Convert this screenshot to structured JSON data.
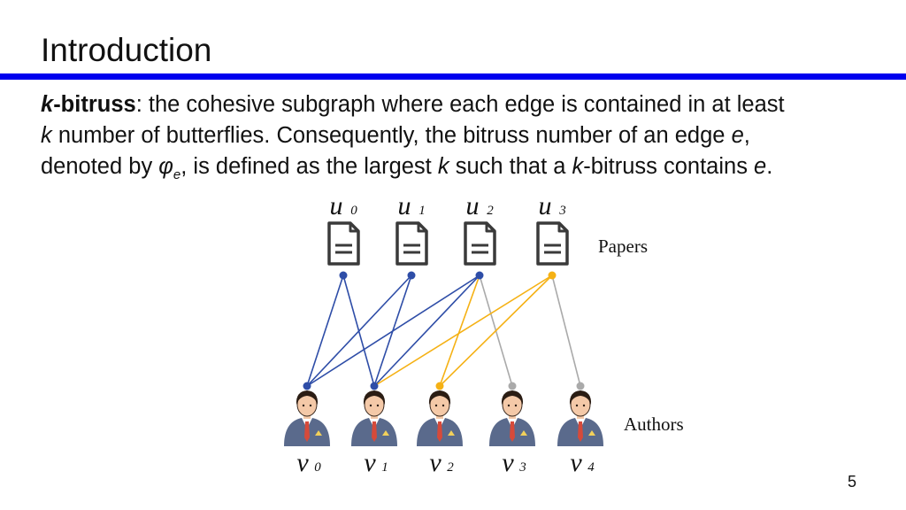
{
  "slide": {
    "title": "Introduction",
    "page_number": "5",
    "accent_color": "#0000EE"
  },
  "definition": {
    "term_k": "k",
    "term_rest": "-bitruss",
    "line1_rest": ": the cohesive subgraph where each edge is contained in at least",
    "line2_k": "k",
    "line2_rest": " number of butterflies. Consequently, the bitruss number of an edge ",
    "line2_e": "e",
    "line2_end": ",",
    "line3_a": "denoted by ",
    "line3_phi": "φ",
    "line3_phi_sub": "e",
    "line3_b": ", is defined as the largest ",
    "line3_k1": "k",
    "line3_c": " such that a ",
    "line3_k2": "k",
    "line3_d": "-bitruss contains ",
    "line3_e": "e",
    "line3_end": "."
  },
  "graph": {
    "top_group_label": "Papers",
    "bottom_group_label": "Authors",
    "paper_icon": "document-icon",
    "author_icon": "person-icon",
    "colors": {
      "blue": "#2E4DA7",
      "orange": "#F5B114",
      "gray": "#AAAAAA"
    },
    "top_nodes": [
      {
        "id": "u0",
        "letter": "u",
        "sub": "0"
      },
      {
        "id": "u1",
        "letter": "u",
        "sub": "1"
      },
      {
        "id": "u2",
        "letter": "u",
        "sub": "2"
      },
      {
        "id": "u3",
        "letter": "u",
        "sub": "3"
      }
    ],
    "bottom_nodes": [
      {
        "id": "v0",
        "letter": "v",
        "sub": "0"
      },
      {
        "id": "v1",
        "letter": "v",
        "sub": "1"
      },
      {
        "id": "v2",
        "letter": "v",
        "sub": "2"
      },
      {
        "id": "v3",
        "letter": "v",
        "sub": "3"
      },
      {
        "id": "v4",
        "letter": "v",
        "sub": "4"
      }
    ],
    "edges": [
      {
        "from": "u0",
        "to": "v0",
        "color": "blue"
      },
      {
        "from": "u0",
        "to": "v1",
        "color": "blue"
      },
      {
        "from": "u1",
        "to": "v0",
        "color": "blue"
      },
      {
        "from": "u1",
        "to": "v1",
        "color": "blue"
      },
      {
        "from": "u2",
        "to": "v0",
        "color": "blue"
      },
      {
        "from": "u2",
        "to": "v1",
        "color": "blue"
      },
      {
        "from": "u2",
        "to": "v2",
        "color": "orange"
      },
      {
        "from": "u2",
        "to": "v3",
        "color": "gray"
      },
      {
        "from": "u3",
        "to": "v1",
        "color": "orange"
      },
      {
        "from": "u3",
        "to": "v2",
        "color": "orange"
      },
      {
        "from": "u3",
        "to": "v4",
        "color": "gray"
      }
    ],
    "top_node_color": {
      "u0": "blue",
      "u1": "blue",
      "u2": "blue",
      "u3": "orange"
    },
    "bottom_node_color": {
      "v0": "blue",
      "v1": "blue",
      "v2": "orange",
      "v3": "gray",
      "v4": "gray"
    }
  }
}
